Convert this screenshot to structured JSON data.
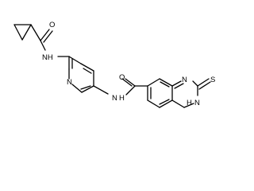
{
  "molecule": {
    "atoms": {
      "o1": "O",
      "nh1": "NH",
      "n_pyr": "N",
      "nh2": "N",
      "h2": "H",
      "o2": "O",
      "n_q1": "N",
      "s1": "S",
      "nh3": "N",
      "h3": "H"
    }
  }
}
